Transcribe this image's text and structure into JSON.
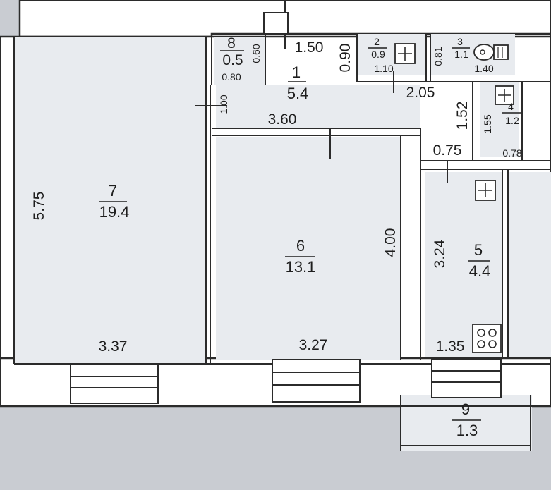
{
  "rooms": [
    {
      "num": "1",
      "area": "5.4"
    },
    {
      "num": "2",
      "area": "0.9"
    },
    {
      "num": "3",
      "area": "1.1"
    },
    {
      "num": "4",
      "area": "1.2"
    },
    {
      "num": "5",
      "area": "4.4"
    },
    {
      "num": "6",
      "area": "13.1"
    },
    {
      "num": "7",
      "area": "19.4"
    },
    {
      "num": "8",
      "area": "0.5"
    },
    {
      "num": "9",
      "area": "1.3"
    }
  ],
  "dimensions": {
    "d_150": "1.50",
    "d_090": "0.90",
    "d_060": "0.60",
    "d_080": "0.80",
    "d_100": "1.00",
    "d_110": "1.10",
    "d_081": "0.81",
    "d_140": "1.40",
    "d_205": "2.05",
    "d_152": "1.52",
    "d_155": "1.55",
    "d_075": "0.75",
    "d_078": "0.78",
    "d_360": "3.60",
    "d_575": "5.75",
    "d_400": "4.00",
    "d_324": "3.24",
    "d_337": "3.37",
    "d_327": "3.27",
    "d_135": "1.35"
  },
  "icons": [
    "sink-icon",
    "toilet-icon",
    "stove-icon"
  ],
  "colors": {
    "wall": "#2b2b2b",
    "floor": "#e8ebef",
    "background": "#c9ccd2"
  }
}
